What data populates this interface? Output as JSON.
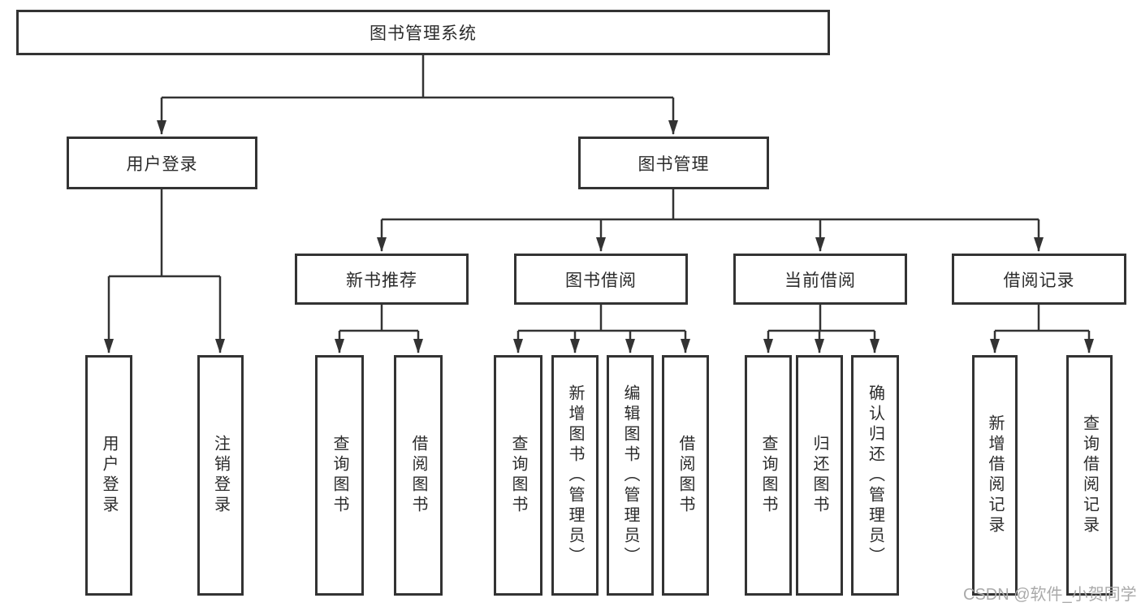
{
  "diagram_title": "图书管理系统",
  "tree": {
    "label": "图书管理系统",
    "children": [
      {
        "label": "用户登录",
        "children": [
          {
            "label": "用户登录"
          },
          {
            "label": "注销登录"
          }
        ]
      },
      {
        "label": "图书管理",
        "children": [
          {
            "label": "新书推荐",
            "children": [
              {
                "label": "查询图书"
              },
              {
                "label": "借阅图书"
              }
            ]
          },
          {
            "label": "图书借阅",
            "children": [
              {
                "label": "查询图书"
              },
              {
                "label": "新增图书（管理员）"
              },
              {
                "label": "编辑图书（管理员）"
              },
              {
                "label": "借阅图书"
              }
            ]
          },
          {
            "label": "当前借阅",
            "children": [
              {
                "label": "查询图书"
              },
              {
                "label": "归还图书"
              },
              {
                "label": "确认归还（管理员）"
              }
            ]
          },
          {
            "label": "借阅记录",
            "children": [
              {
                "label": "新增借阅记录"
              },
              {
                "label": "查询借阅记录"
              }
            ]
          }
        ]
      }
    ]
  },
  "watermark": "CSDN @软件_小贺同学",
  "colors": {
    "line": "#333333",
    "box_border": "#333333",
    "text": "#2b2b2b",
    "watermark_text": "#aaaaaa",
    "background": "#ffffff"
  }
}
